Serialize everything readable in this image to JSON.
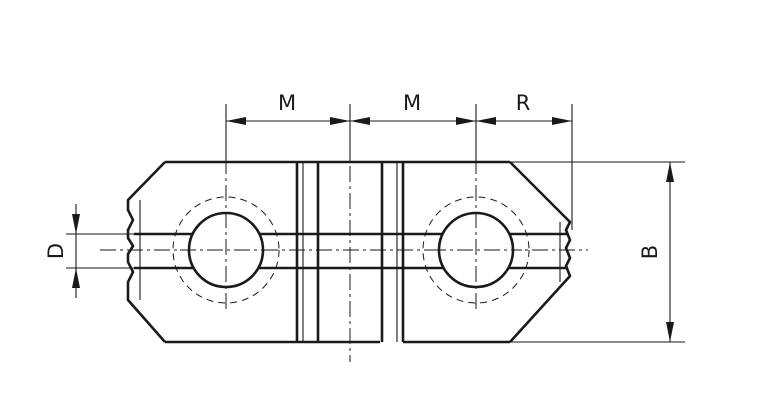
{
  "labels": {
    "dim_m_left": "M",
    "dim_m_right": "M",
    "dim_r": "R",
    "dim_b": "B",
    "dim_d": "D"
  },
  "colors": {
    "line": "#1a1a1a",
    "background": "#ffffff"
  }
}
